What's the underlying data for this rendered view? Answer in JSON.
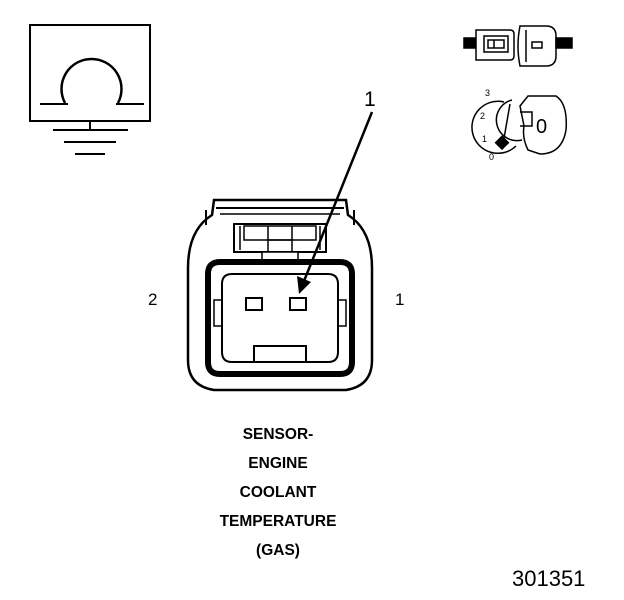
{
  "callout": {
    "number": "1"
  },
  "pins": {
    "left": "2",
    "right": "1"
  },
  "key_positions": [
    "3",
    "2",
    "1",
    "0"
  ],
  "key_symbol": "0",
  "icons": {
    "ohmmeter": "ohm-ground-icon",
    "connector_pair": "disconnected-connector-icon",
    "ignition_key": "ignition-key-icon"
  },
  "caption_lines": [
    "SENSOR-",
    "ENGINE",
    "COOLANT",
    "TEMPERATURE",
    "(GAS)"
  ],
  "reference_number": "301351"
}
